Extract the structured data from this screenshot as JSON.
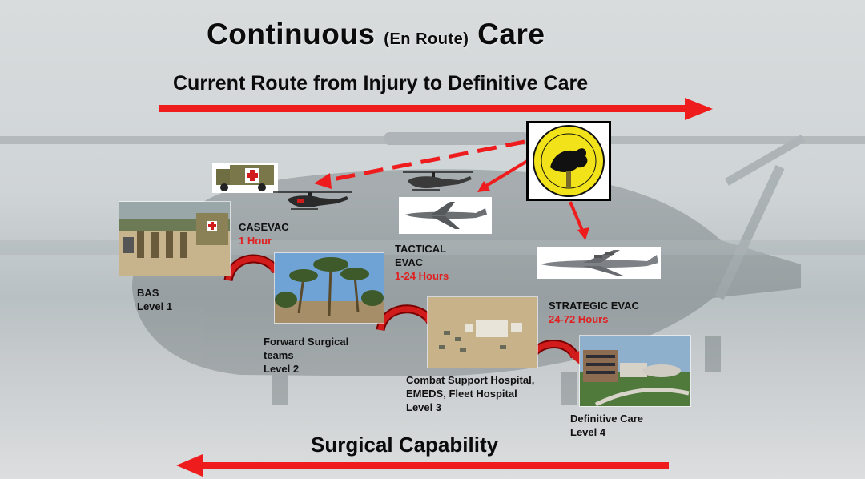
{
  "title": {
    "main_a": "Continuous ",
    "main_small": "(En Route)",
    "main_b": " Care"
  },
  "subtitle": "Current Route from Injury to Definitive Care",
  "bottom_label": "Surgical Capability",
  "colors": {
    "arrow_red": "#ee1c1c",
    "delay_red": "#e02020",
    "badge_yellow": "#f2e21a"
  },
  "nodes": {
    "bas": {
      "line1": "BAS",
      "line2": "Level 1"
    },
    "forward_surgical": {
      "line1": "Forward Surgical",
      "line2": "teams",
      "line3": "Level 2"
    },
    "combat_support": {
      "line1": "Combat Support Hospital,",
      "line2": "EMEDS, Fleet Hospital",
      "line3": "Level 3"
    },
    "definitive_care": {
      "line1": "Definitive Care",
      "line2": "Level 4"
    }
  },
  "transports": {
    "casevac": {
      "name": "CASEVAC",
      "time": "1 Hour"
    },
    "tactical": {
      "name_line1": "TACTICAL",
      "name_line2": "EVAC",
      "time": "1-24 Hours"
    },
    "strategic": {
      "name": "STRATEGIC EVAC",
      "time": "24-72 Hours"
    }
  },
  "icons": {
    "badge": "critical-care-air-transport-team-badge-icon",
    "ambulance": "ambulance-icon",
    "helicopter": "helicopter-icon",
    "cargo_plane": "c130-plane-icon",
    "jet_plane": "c17-jet-icon"
  }
}
